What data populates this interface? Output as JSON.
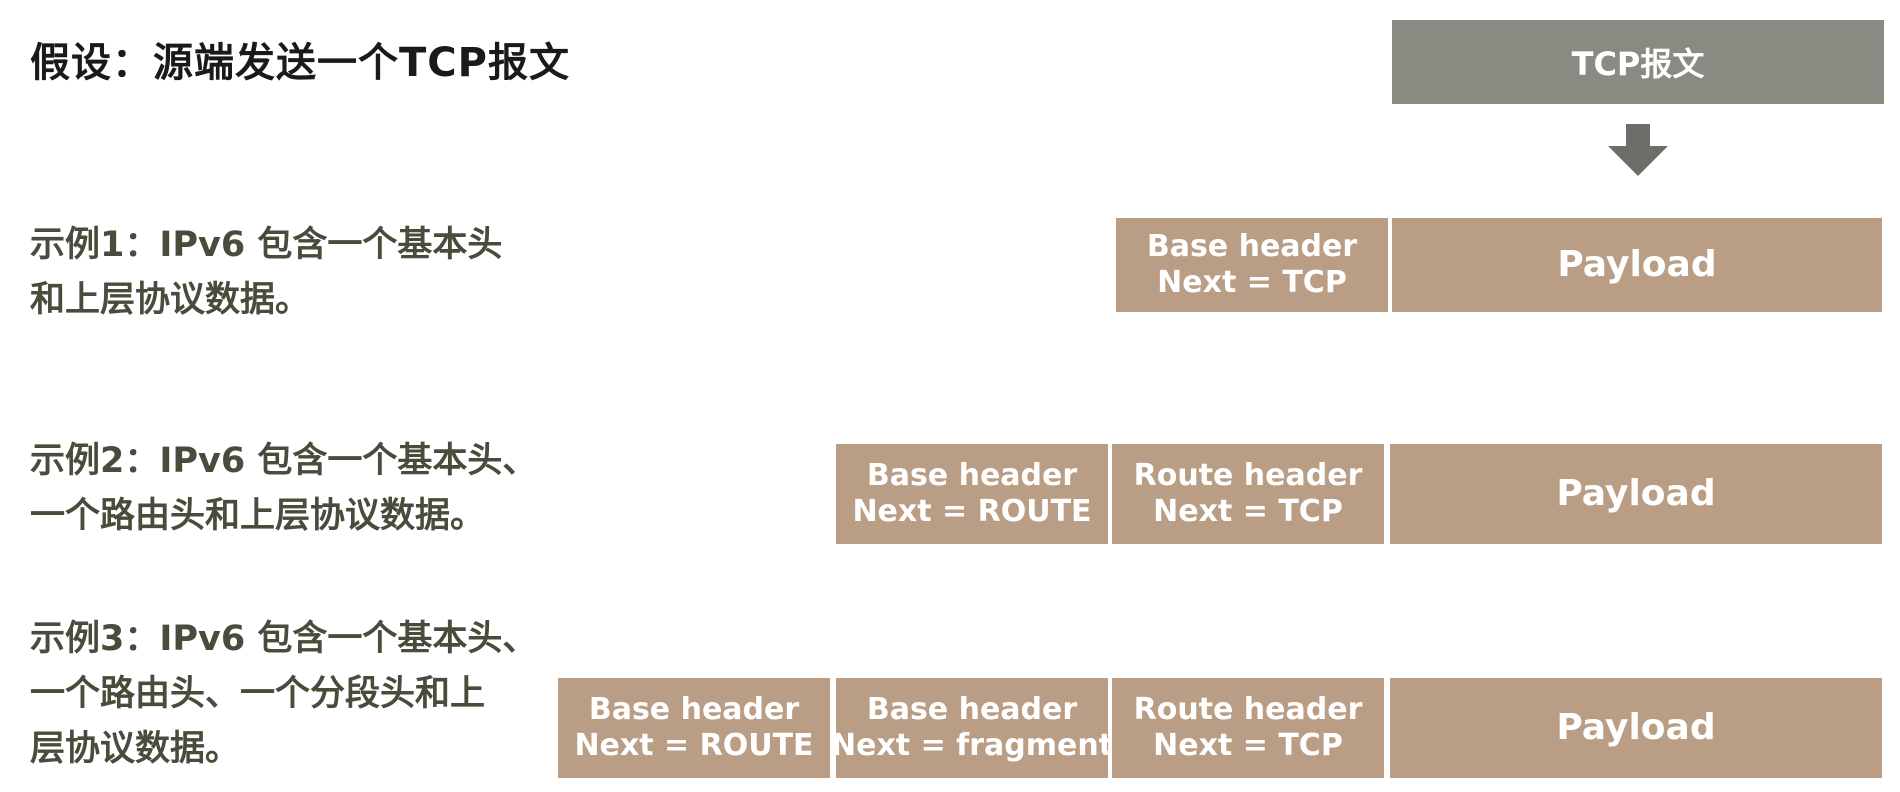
{
  "title": "假设：源端发送一个TCP报文",
  "tcp_segment": {
    "label": "TCP报文"
  },
  "arrow": {
    "icon": "down-arrow-icon",
    "color": "#6e6e68"
  },
  "colors": {
    "header_fill": "#b99d84",
    "tcp_fill": "#8a8a82",
    "text": "#ffffff"
  },
  "examples": [
    {
      "desc_lines": [
        "示例1：IPv6 包含一个基本头",
        "和上层协议数据。"
      ],
      "cells": [
        {
          "lines": [
            "Base header",
            "Next = TCP"
          ]
        },
        {
          "lines": [
            "Payload"
          ]
        }
      ]
    },
    {
      "desc_lines": [
        "示例2：IPv6 包含一个基本头、",
        "一个路由头和上层协议数据。"
      ],
      "cells": [
        {
          "lines": [
            "Base header",
            "Next = ROUTE"
          ]
        },
        {
          "lines": [
            "Route header",
            "Next = TCP"
          ]
        },
        {
          "lines": [
            "Payload"
          ]
        }
      ]
    },
    {
      "desc_lines": [
        "示例3：IPv6 包含一个基本头、",
        "一个路由头、一个分段头和上",
        "层协议数据。"
      ],
      "cells": [
        {
          "lines": [
            "Base header",
            "Next = ROUTE"
          ]
        },
        {
          "lines": [
            "Base header",
            "Next = fragment"
          ]
        },
        {
          "lines": [
            "Route header",
            "Next = TCP"
          ]
        },
        {
          "lines": [
            "Payload"
          ]
        }
      ]
    }
  ]
}
